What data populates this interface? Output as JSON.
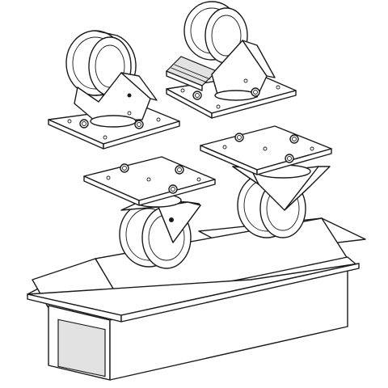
{
  "colors": {
    "line": "#1a1a1a",
    "background": "#ffffff",
    "shade": "#e2e2e2"
  },
  "components": [
    {
      "name": "caster-back-left"
    },
    {
      "name": "caster-back-right"
    },
    {
      "name": "caster-front-left"
    },
    {
      "name": "caster-front-right"
    },
    {
      "name": "box-tray"
    }
  ]
}
